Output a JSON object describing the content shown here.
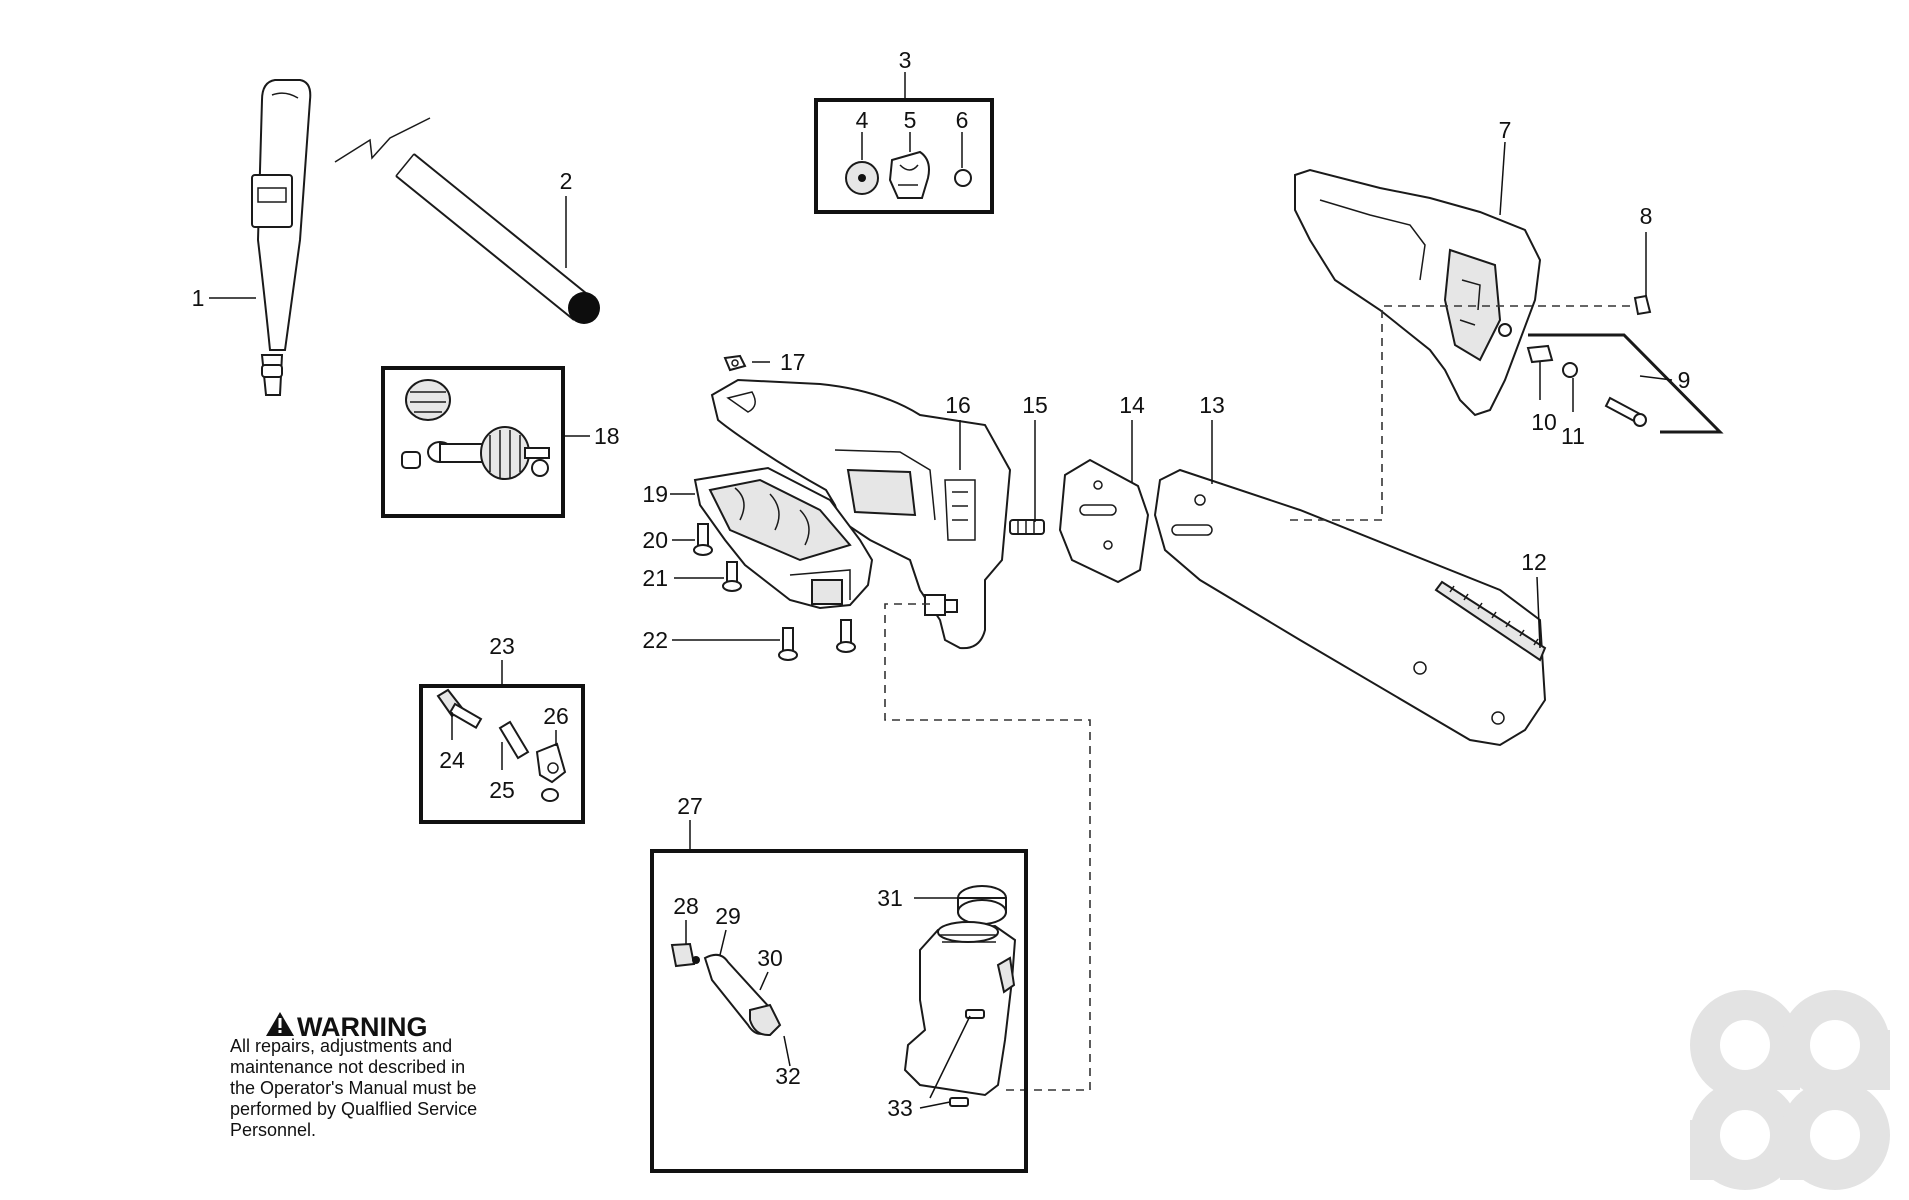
{
  "part_numbers": [
    "1",
    "2",
    "3",
    "4",
    "5",
    "6",
    "7",
    "8",
    "9",
    "10",
    "11",
    "12",
    "13",
    "14",
    "15",
    "16",
    "17",
    "18",
    "19",
    "20",
    "21",
    "22",
    "23",
    "24",
    "25",
    "26",
    "27",
    "28",
    "29",
    "30",
    "31",
    "32",
    "33"
  ],
  "warning": {
    "title": "WARNING",
    "lines": [
      "All repairs, adjustments and",
      "maintenance not described in",
      "the Operator's Manual must be",
      "performed by Qualflied Service",
      "Personnel."
    ]
  },
  "icons": [
    "warning-triangle-icon",
    "watermark-logo"
  ],
  "colors": {
    "line": "#1a1a1a",
    "fill": "#ffffff",
    "watermark": "#e3e3e3"
  }
}
